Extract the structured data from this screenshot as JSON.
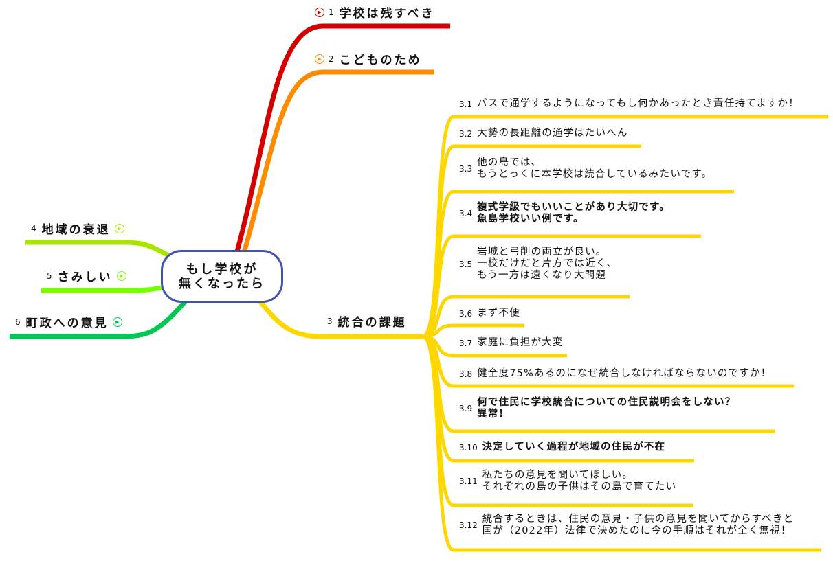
{
  "central_topic": {
    "line1": "もし学校が",
    "line2": "無くなったら",
    "border_color": "#4352b0"
  },
  "branches": [
    {
      "num": "1",
      "label": "学校は残すべき",
      "color": "#d40000",
      "icon": "play-circle-icon"
    },
    {
      "num": "2",
      "label": "こどものため",
      "color": "#ff8c00",
      "icon": "play-circle-icon"
    },
    {
      "num": "3",
      "label": "統合の課題",
      "color": "#ffd700",
      "children": [
        {
          "num": "3.1",
          "lines": [
            "バスで通学するようになってもし何かあったとき責任持てますか！"
          ]
        },
        {
          "num": "3.2",
          "lines": [
            "大勢の長距離の通学はたいへん"
          ]
        },
        {
          "num": "3.3",
          "lines": [
            "他の島では、",
            "もうとっくに本学校は統合しているみたいです。"
          ]
        },
        {
          "num": "3.4",
          "lines": [
            "複式学級でもいいことがあり大切です。",
            "魚島学校いい例です。"
          ]
        },
        {
          "num": "3.5",
          "lines": [
            "岩城と弓削の両立が良い。",
            "一校だけだと片方では近く、",
            "もう一方は遠くなり大問題"
          ]
        },
        {
          "num": "3.6",
          "lines": [
            "まず不便"
          ]
        },
        {
          "num": "3.7",
          "lines": [
            "家庭に負担が大変"
          ]
        },
        {
          "num": "3.8",
          "lines": [
            "健全度75%あるのになぜ統合しなければならないのですか！"
          ]
        },
        {
          "num": "3.9",
          "lines": [
            "何で住民に学校統合についての住民説明会をしない？",
            "異常！"
          ]
        },
        {
          "num": "3.10",
          "lines": [
            "決定していく過程が地域の住民が不在"
          ]
        },
        {
          "num": "3.11",
          "lines": [
            "私たちの意見を聞いてほしい。",
            "それぞれの島の子供はその島で育てたい"
          ]
        },
        {
          "num": "3.12",
          "lines": [
            "統合するときは、住民の意見・子供の意見を聞いてからすべきと",
            "国が（2022年）法律で決めたのに今の手順はそれが全く無視！"
          ]
        }
      ]
    },
    {
      "num": "4",
      "label": "地域の衰退",
      "color": "#a8e600",
      "icon": "play-circle-icon"
    },
    {
      "num": "5",
      "label": "さみしい",
      "color": "#76ff03",
      "icon": "play-circle-icon"
    },
    {
      "num": "6",
      "label": "町政への意見",
      "color": "#00c853",
      "icon": "play-circle-icon"
    }
  ]
}
